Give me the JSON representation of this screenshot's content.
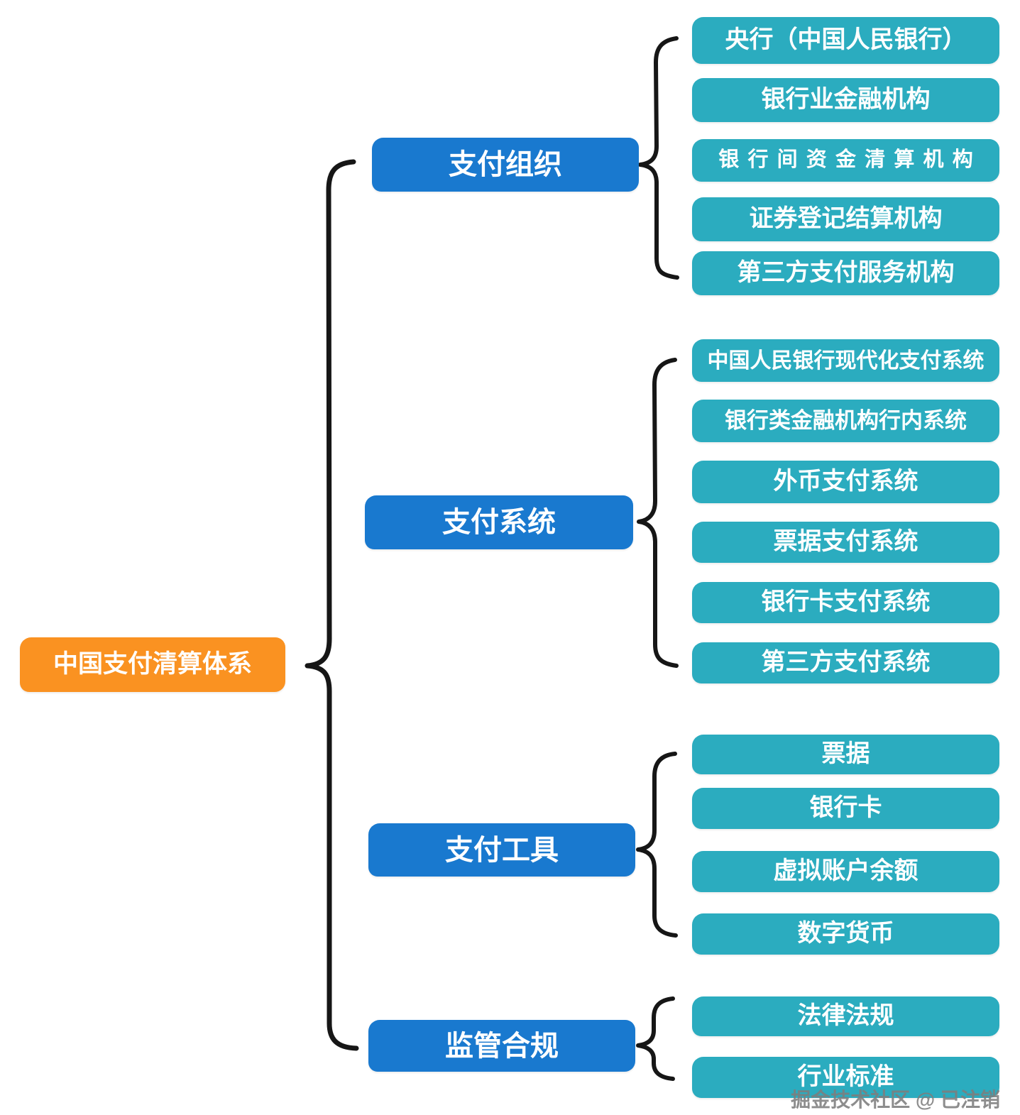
{
  "root": {
    "label": "中国支付清算体系"
  },
  "branches": [
    {
      "label": "支付组织",
      "children": [
        "央行（中国人民银行）",
        "银行业金融机构",
        "银行间资金清算机构",
        "证券登记结算机构",
        "第三方支付服务机构"
      ]
    },
    {
      "label": "支付系统",
      "children": [
        "中国人民银行现代化支付系统",
        "银行类金融机构行内系统",
        "外币支付系统",
        "票据支付系统",
        "银行卡支付系统",
        "第三方支付系统"
      ]
    },
    {
      "label": "支付工具",
      "children": [
        "票据",
        "银行卡",
        "虚拟账户余额",
        "数字货币"
      ]
    },
    {
      "label": "监管合规",
      "children": [
        "法律法规",
        "行业标准"
      ]
    }
  ],
  "watermark": "掘金技术社区 @ 已注销",
  "colors": {
    "root": "#FA9221",
    "branch": "#1979CF",
    "leaf": "#2BACBF",
    "connector": "#161616"
  }
}
